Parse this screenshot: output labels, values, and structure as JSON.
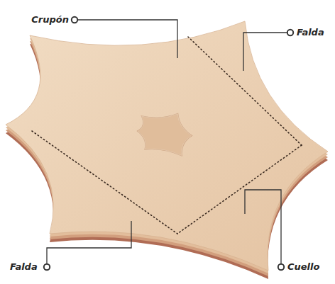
{
  "diagram": {
    "labels": [
      "Crupón",
      "Falda",
      "Falda",
      "Cuello"
    ]
  }
}
